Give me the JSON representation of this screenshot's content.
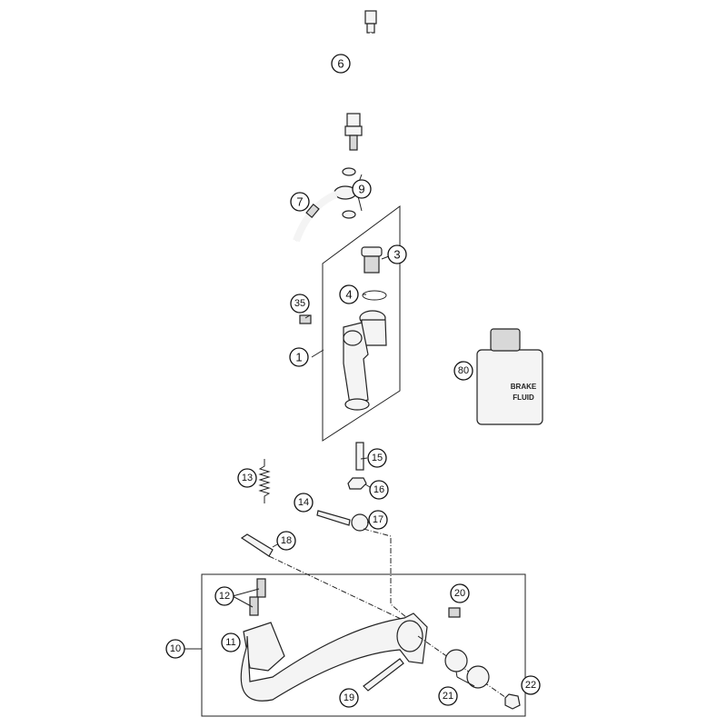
{
  "callouts": {
    "c1": "1",
    "c3": "3",
    "c4": "4",
    "c6": "6",
    "c7": "7",
    "c9": "9",
    "c10": "10",
    "c11": "11",
    "c12": "12",
    "c13": "13",
    "c14": "14",
    "c15": "15",
    "c16": "16",
    "c17": "17",
    "c18": "18",
    "c19": "19",
    "c20": "20",
    "c21": "21",
    "c22": "22",
    "c35": "35",
    "c80": "80"
  },
  "bottle_label": {
    "line1": "BRAKE",
    "line2": "FLUID"
  }
}
